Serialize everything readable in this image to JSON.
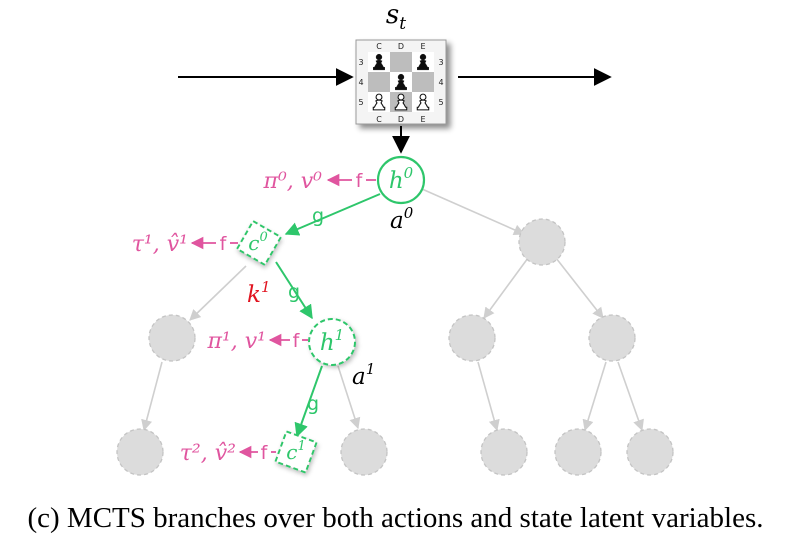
{
  "state_label": "s_t",
  "board": {
    "columns": [
      "C",
      "D",
      "E"
    ],
    "rows": [
      "3",
      "4",
      "5"
    ],
    "pieces": [
      {
        "row": "3",
        "col": "C",
        "color": "black",
        "piece": "pawn"
      },
      {
        "row": "3",
        "col": "E",
        "color": "black",
        "piece": "pawn"
      },
      {
        "row": "4",
        "col": "D",
        "color": "black",
        "piece": "pawn"
      },
      {
        "row": "5",
        "col": "C",
        "color": "white",
        "piece": "pawn"
      },
      {
        "row": "5",
        "col": "D",
        "color": "white",
        "piece": "pawn"
      },
      {
        "row": "5",
        "col": "E",
        "color": "white",
        "piece": "pawn"
      }
    ]
  },
  "nodes": {
    "h0": {
      "base": "h",
      "sup": "0"
    },
    "c0": {
      "base": "c",
      "sup": "0"
    },
    "h1": {
      "base": "h",
      "sup": "1"
    },
    "c1": {
      "base": "c",
      "sup": "1"
    }
  },
  "edge_labels": {
    "g": "g",
    "f": "f",
    "a0": {
      "base": "a",
      "sup": "0"
    },
    "k1": {
      "base": "k",
      "sup": "1"
    },
    "a1": {
      "base": "a",
      "sup": "1"
    }
  },
  "outputs": {
    "h0": "π⁰, v⁰",
    "c0": "τ¹, v̂¹",
    "h1": "π¹, v¹",
    "c1": "τ², v̂²"
  },
  "colors": {
    "green": "#2ec66b",
    "magenta": "#e0559f",
    "red": "#e0131f",
    "gray_node": "#dcdcdc",
    "gray_edge": "#cfcfcf",
    "black": "#000000"
  },
  "caption": "(c) MCTS branches over both actions and state latent variables."
}
